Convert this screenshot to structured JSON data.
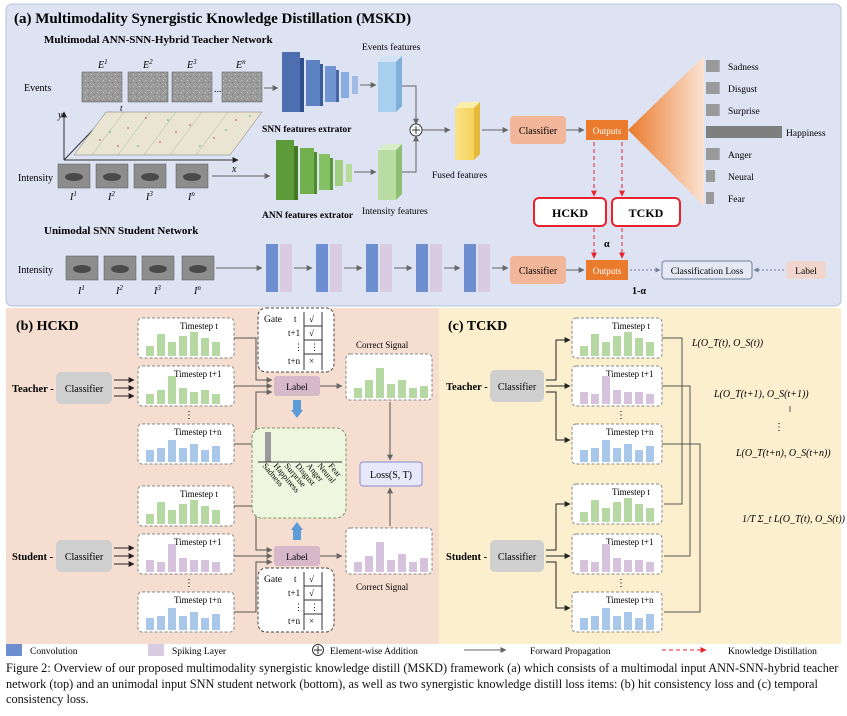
{
  "panel_a": {
    "title": "(a) Multimodality Synergistic Knowledge Distillation (MSKD)",
    "teacher_title": "Multimodal ANN-SNN-Hybrid Teacher Network",
    "student_title": "Unimodal SNN Student Network",
    "events_label": "Events",
    "intensity_label": "Intensity",
    "student_intensity_label": "Intensity",
    "event_frames": [
      "E",
      "E",
      "E",
      "E"
    ],
    "event_sups": [
      "1",
      "2",
      "3",
      "n"
    ],
    "intensity_frames": [
      "I",
      "I",
      "I",
      "I"
    ],
    "intensity_sups": [
      "1",
      "2",
      "3",
      "n"
    ],
    "student_frames": [
      "I",
      "I",
      "I",
      "I"
    ],
    "student_sups": [
      "1",
      "2",
      "3",
      "n"
    ],
    "axis_y": "y",
    "axis_x": "x",
    "axis_t": "t",
    "ellipsis": "...",
    "snn_extractor": "SNN features extrator",
    "ann_extractor": "ANN features extrator",
    "events_features": "Events features",
    "intensity_features": "Intensity features",
    "fused_features": "Fused features",
    "classifier": "Classifier",
    "student_classifier": "Classifier",
    "outputs": "Outputs",
    "student_outputs": "Outputs",
    "hckd": "HCKD",
    "tckd": "TCKD",
    "alpha": "α",
    "one_minus_alpha": "1-α",
    "classification_loss": "Classification Loss",
    "label": "Label",
    "emotions": [
      "Sadness",
      "Disgust",
      "Surprise",
      "Happiness",
      "Anger",
      "Neural",
      "Fear"
    ],
    "emotion_scores": [
      0.18,
      0.18,
      0.18,
      1.0,
      0.18,
      0.12,
      0.08
    ]
  },
  "panel_b": {
    "title": "(b) HCKD",
    "teacher": "Teacher -",
    "student": "Student -",
    "classifier": "Classifier",
    "timestep_t": "Timestep t",
    "timestep_t1": "Timestep t+1",
    "timestep_tn": "Timestep t+n",
    "gate": "Gate",
    "gate_rows": [
      "t",
      "t+1",
      "⋮",
      "t+n"
    ],
    "gate_marks": [
      "√",
      "√",
      "⋮",
      "×"
    ],
    "label": "Label",
    "correct_signal": "Correct Signal",
    "loss": "Loss(S, T)",
    "categories": [
      "Sadness",
      "Happiness",
      "Surprise",
      "Disgust",
      "Anger",
      "Neural",
      "Fear"
    ]
  },
  "panel_c": {
    "title": "(c) TCKD",
    "teacher": "Teacher -",
    "student": "Student -",
    "classifier": "Classifier",
    "timestep_t": "Timestep t",
    "timestep_t1": "Timestep t+1",
    "timestep_tn": "Timestep t+n",
    "loss_t": "L(O_T(t), O_S(t))",
    "loss_t1": "L(O_T(t+1), O_S(t+1))",
    "loss_tn": "L(O_T(t+n), O_S(t+n))",
    "vdots": "⋮",
    "sum_loss": "1/T Σ_t L(O_T(t), O_S(t))"
  },
  "legend": {
    "convolution": "Convolution",
    "spiking": "Spiking Layer",
    "addition": "Element-wise Addition",
    "forward": "Forward Propagation",
    "distillation": "Knowledge Distillation"
  },
  "caption": "Figure 2: Overview of our proposed multimodality synergistic knowledge distill (MSKD) framework (a) which consists of a multimodal input ANN-SNN-hybrid teacher network (top) and an unimodal input SNN student network (bottom), as well as two synergistic knowledge distill loss items: (b) hit consistency loss and (c) temporal consistency loss.",
  "colors": {
    "panel_a_bg": "#dde3f2",
    "panel_b_bg": "#f5ddd0",
    "panel_c_bg": "#fbefcd",
    "classifier": "#f2b79a",
    "outputs": "#ea7a2c",
    "distill": "#e8222a",
    "teacher_bars": "#b6d9a4",
    "student_bars": "#a9c7e8",
    "spiking": "#d9cbe2"
  }
}
